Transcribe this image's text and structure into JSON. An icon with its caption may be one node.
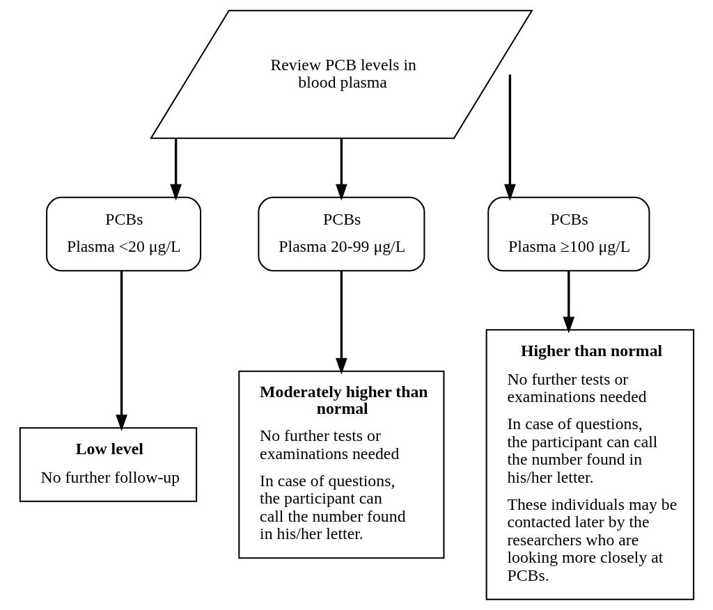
{
  "diagram": {
    "nodes": [
      {
        "text": [
          "Review PCB levels in blood plasma"
        ]
      },
      {
        "text": [
          "PCBs",
          "Plasma <20 μg/L"
        ]
      },
      {
        "text": [
          "PCBs",
          "Plasma 20-99 μg/L"
        ]
      },
      {
        "text": [
          "PCBs",
          "Plasma ≥100 μg/L"
        ]
      },
      {
        "text": [
          "Low level",
          "No further follow-up"
        ]
      },
      {
        "text": [
          "Moderately higher than normal",
          "No further tests or examinations needed",
          "In case of questions, the participant can call the number found in his/her letter."
        ]
      },
      {
        "text": [
          "Higher than normal",
          "No further tests or examinations needed",
          "In case of questions, the participant can call the number found in his/her letter.",
          "These individuals may be contacted later by the researchers who are looking more closely at PCBs."
        ]
      }
    ],
    "edges": [
      {
        "from": 0,
        "to": 1,
        "arrow": "to"
      },
      {
        "from": 0,
        "to": 2,
        "arrow": "to"
      },
      {
        "from": 0,
        "to": 3,
        "arrow": "to"
      },
      {
        "from": 1,
        "to": 4,
        "arrow": "to"
      },
      {
        "from": 2,
        "to": 5,
        "arrow": "to"
      },
      {
        "from": 3,
        "to": 6,
        "arrow": "to"
      }
    ]
  }
}
